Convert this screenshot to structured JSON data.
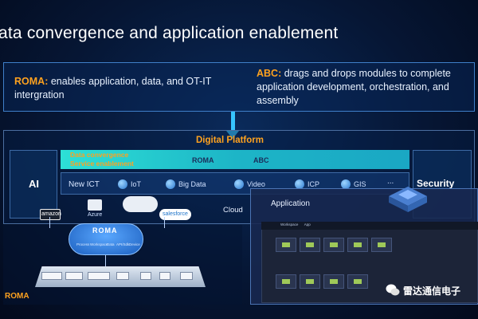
{
  "header": {
    "title": "ata convergence and application enablement"
  },
  "top_panel": {
    "roma_keyword": "ROMA:",
    "roma_desc": " enables application, data, and OT-IT intergration",
    "abc_keyword": "ABC:",
    "abc_desc": " drags and drops modules to complete application development, orchestration, and assembly"
  },
  "platform": {
    "title": "Digital Platform",
    "left_pillar": "AI",
    "right_pillar": "Security",
    "convergence_line1": "Data convergence",
    "convergence_line2": "Service enablement",
    "bar_roma": "ROMA",
    "bar_abc": "ABC",
    "ict_label": "New ICT",
    "ict_items": [
      "IoT",
      "Big Data",
      "Video",
      "ICP",
      "GIS"
    ],
    "ict_more": "...",
    "cloud_label": "Cloud"
  },
  "roma_diagram": {
    "brands": [
      "amazon",
      "Azure",
      "salesforce"
    ],
    "cloud_label": "ROMA",
    "cloud_modules": [
      "Process",
      "Workspace",
      "Data",
      "API/Sdk",
      "Device"
    ],
    "bottom_label": "ROMA"
  },
  "app_panel": {
    "title": "Application",
    "tabs": [
      "Workspace",
      "App"
    ]
  },
  "watermark": {
    "text": "雷达通信电子"
  },
  "colors": {
    "accent_orange": "#ffa21f",
    "accent_cyan": "#2de0d6",
    "background": "#061634"
  }
}
